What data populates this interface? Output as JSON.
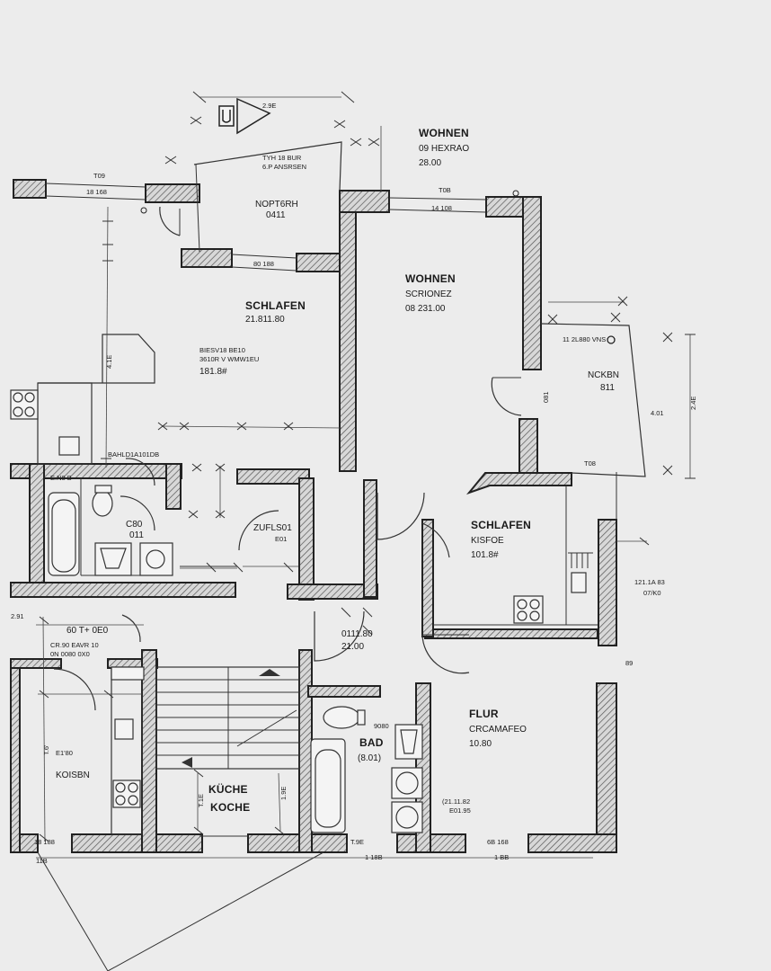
{
  "labels": {
    "top_wohnen": {
      "title": "WOHNEN",
      "line1": "09 HEXRAO",
      "line2": "28.00"
    },
    "top_balcony": {
      "line1": "TYH 18 BUR",
      "line2": "6.P ANSRSEN",
      "line3": "NOPT6RH",
      "line4": "0411"
    },
    "schlafen_big": {
      "title": "SCHLAFEN",
      "line1": "21.811.80",
      "line2": "BIESV18 BE10",
      "line3": "3610R V WMW1EU",
      "line4": "181.8#"
    },
    "wohnen_mid": {
      "title": "WOHNEN",
      "line1": "SCRIONEZ",
      "line2": "08 231.00"
    },
    "right_balcony": {
      "line1": "11 2L880 VNS",
      "line2": "NCKBN",
      "line3": "811"
    },
    "schlafen_right": {
      "title": "SCHLAFEN",
      "line1": "KISFOE",
      "line2": "101.8#"
    },
    "zuflsol": {
      "line1": "ZUFLS01",
      "line2": "E01"
    },
    "bath_left": {
      "line1": "E.N8 B",
      "line2": "C80",
      "line3": "011"
    },
    "corridor": {
      "line1": "0111.80",
      "line2": "21.00"
    },
    "left_room": {
      "line1": "60 T+ 0E0",
      "line2": "CR.90 EAVR 10",
      "line3": "0N 0080 0X0",
      "line4": "KOISBN",
      "line5": "E1'80"
    },
    "kueche": {
      "title1": "KÜCHE",
      "title2": "KOCHE"
    },
    "bad": {
      "title": "BAD",
      "line1": "(8.01)",
      "line2": "9080"
    },
    "flur": {
      "title": "FLUR",
      "line1": "CRCAMAFEO",
      "line2": "10.80",
      "line3": "(21.11.82",
      "line4": "E01.95"
    },
    "side_note": {
      "line1": "121.1A 83",
      "line2": "07/K0"
    },
    "kitchen_left_note": {
      "line1": "BAHLD1A101DB"
    }
  },
  "dimensions": {
    "top_left_1": "T09",
    "top_left_2": "18 168",
    "top_mid_1": "T0B",
    "top_mid_2": "14 108",
    "mid_1": "80 188",
    "bottom_1": "18 188",
    "bottom_2": "T.9E",
    "bottom_3": "1 18B",
    "bottom_4": "1 BB",
    "bottom_5": "6B 168",
    "side_1": "11B",
    "side_2": "2.91",
    "right_v": "2.4E",
    "right_v2": "T08",
    "far_right_1": "89",
    "far_right_2": "081",
    "balcony_top": "2.9E",
    "vert_1": "4.1E",
    "vert_2": "T.1E",
    "vert_3": "1.9E",
    "hall_1": "T.6'",
    "hall_2": "4.01"
  },
  "colors": {
    "paper": "#e9e9e9",
    "ink": "#222222",
    "hatch": "#555555"
  },
  "icons": [
    "north-arrow-icon",
    "door-swing-icon",
    "stair-arrow-icon"
  ]
}
